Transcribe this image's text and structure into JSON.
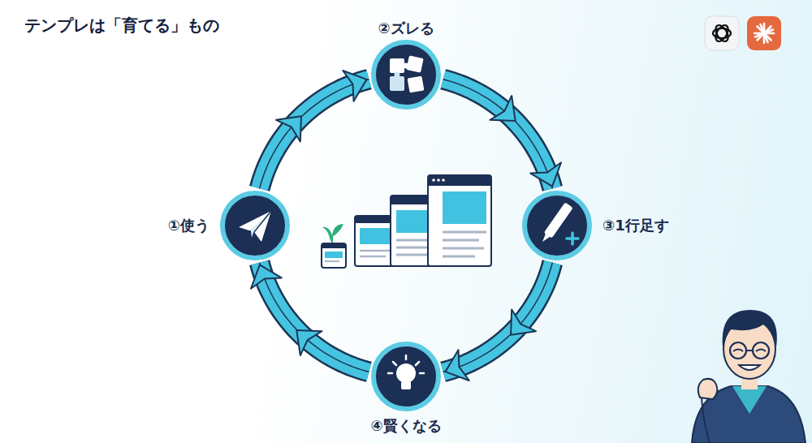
{
  "diagram": {
    "title": "テンプレは「育てる」もの",
    "nodes": [
      {
        "text": [
          "①使う"
        ]
      },
      {
        "text": [
          "②ズレる"
        ]
      },
      {
        "text": [
          "③1行足す"
        ]
      },
      {
        "text": [
          "④賢くなる"
        ]
      }
    ],
    "edges": [
      {
        "from": 0,
        "to": 1,
        "arrow": "to"
      },
      {
        "from": 1,
        "to": 2,
        "arrow": "to"
      },
      {
        "from": 2,
        "to": 3,
        "arrow": "to"
      },
      {
        "from": 3,
        "to": 0,
        "arrow": "to"
      }
    ]
  }
}
